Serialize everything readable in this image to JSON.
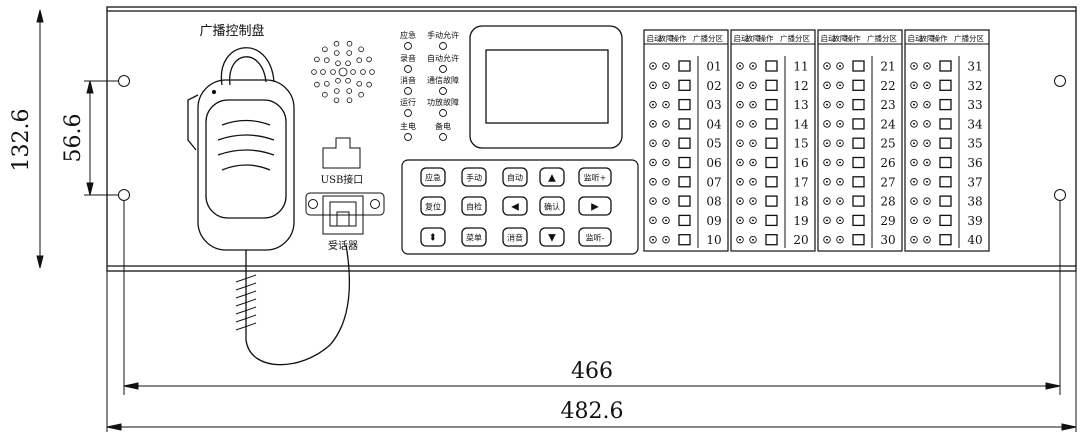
{
  "panel": {
    "mic_title": "广播控制盘",
    "usb_label": "USB接口",
    "handset_label": "受话器"
  },
  "indicators": {
    "left": [
      "应急",
      "录音",
      "消音",
      "运行",
      "主电"
    ],
    "right": [
      "手动允许",
      "自动允许",
      "通信故障",
      "功放故障",
      "备电"
    ]
  },
  "keypad": {
    "rows": [
      [
        "应急",
        "手动",
        "自动",
        "▲",
        "监听+"
      ],
      [
        "复位",
        "自检",
        "◀",
        "确认",
        "▶"
      ],
      [
        "⬍",
        "菜单",
        "消音",
        "▼",
        "监听-"
      ]
    ]
  },
  "zones": {
    "header": [
      "启动",
      "故障",
      "操作",
      "广播分区"
    ],
    "columns": [
      [
        "01",
        "02",
        "03",
        "04",
        "05",
        "06",
        "07",
        "08",
        "09",
        "10"
      ],
      [
        "11",
        "12",
        "13",
        "14",
        "15",
        "16",
        "17",
        "18",
        "19",
        "20"
      ],
      [
        "21",
        "22",
        "23",
        "24",
        "25",
        "26",
        "27",
        "28",
        "29",
        "30"
      ],
      [
        "31",
        "32",
        "33",
        "34",
        "35",
        "36",
        "37",
        "38",
        "39",
        "40"
      ]
    ]
  },
  "dimensions": {
    "height_total": "132.6",
    "hole_spacing": "56.6",
    "width_inner": "466",
    "width_total": "482.6"
  }
}
